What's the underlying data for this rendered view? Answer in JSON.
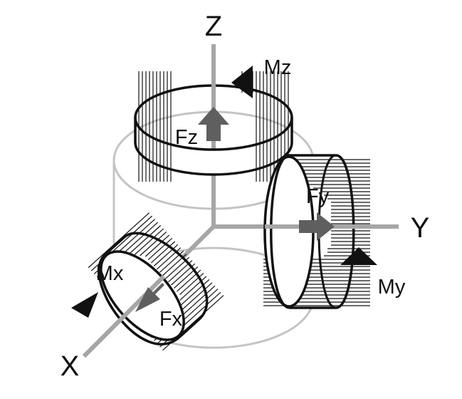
{
  "diagram": {
    "axes": {
      "x": {
        "label": "X"
      },
      "y": {
        "label": "Y"
      },
      "z": {
        "label": "Z"
      }
    },
    "forces": {
      "fx": {
        "label": "Fx"
      },
      "fy": {
        "label": "Fy"
      },
      "fz": {
        "label": "Fz"
      }
    },
    "moments": {
      "mx": {
        "label": "Mx"
      },
      "my": {
        "label": "My"
      },
      "mz": {
        "label": "Mz"
      }
    }
  },
  "colors": {
    "axis": "#a6a6a6",
    "cylinder": "#c4c4c4",
    "force_arrow": "#5f5f5f",
    "ring_stroke": "#111111",
    "moment_arrow": "#111111"
  }
}
